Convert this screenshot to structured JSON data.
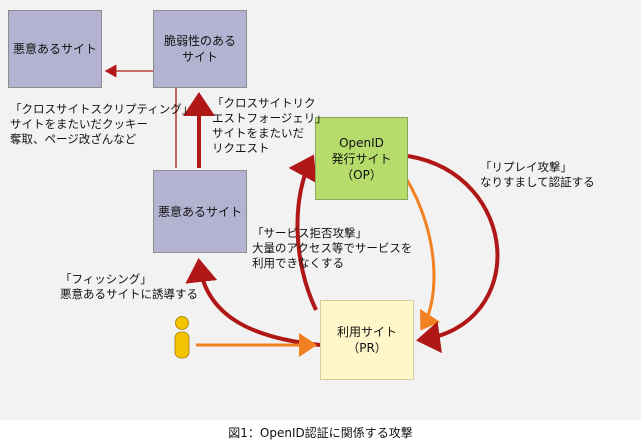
{
  "nodes": {
    "malicious_site_1": "悪意あるサイト",
    "vulnerable_site": "脆弱性のある\nサイト",
    "malicious_site_2": "悪意あるサイト",
    "openid_provider": "OpenID\n発行サイト\n（OP）",
    "relying_party": "利用サイト\n（PR）"
  },
  "annotations": {
    "xss": "「クロスサイトスクリプティング」\nサイトをまたいだクッキー\n奪取、ページ改ざんなど",
    "csrf": "「クロスサイトリク\nエストフォージェリ」\nサイトをまたいだ\nリクエスト",
    "replay": "「リプレイ攻撃」\nなりすまして認証する",
    "dos": "「サービス拒否攻撃」\n大量のアクセス等でサービスを\n利用できなくする",
    "phishing": "「フィッシング」\n悪意あるサイトに誘導する"
  },
  "caption": "図1：OpenID認証に関係する攻撃",
  "colors": {
    "attack_arrow": "#b01818",
    "orange_arrow": "#f08020",
    "purple_box": "#b3b3d1",
    "green_box": "#b6dc6b",
    "yellow_box": "#fff6c9",
    "user_icon": "#f5c400"
  },
  "icons": {
    "user": "user-person-icon"
  }
}
